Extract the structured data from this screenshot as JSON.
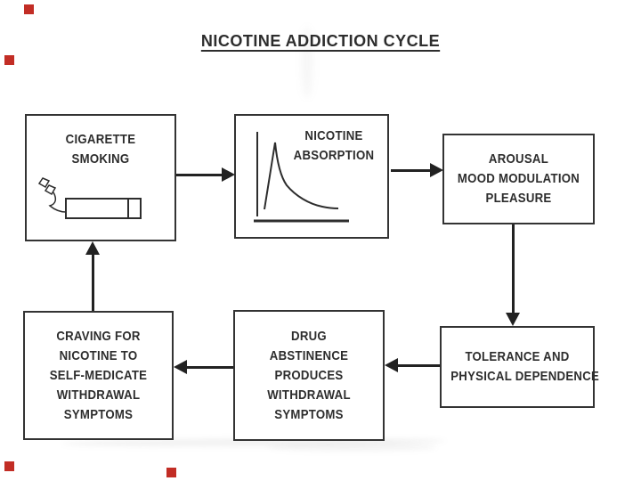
{
  "title": "NICOTINE ADDICTION CYCLE",
  "boxes": [
    {
      "id": "cigarette-smoking",
      "lines": [
        "CIGARETTE",
        "SMOKING"
      ]
    },
    {
      "id": "nicotine-absorption",
      "lines": [
        "NICOTINE",
        "ABSORPTION"
      ]
    },
    {
      "id": "arousal-mood-pleasure",
      "lines": [
        "AROUSAL",
        "MOOD MODULATION",
        "PLEASURE"
      ]
    },
    {
      "id": "tolerance-dependence",
      "lines": [
        "TOLERANCE AND",
        "PHYSICAL DEPENDENCE"
      ]
    },
    {
      "id": "abstinence-withdrawal",
      "lines": [
        "DRUG",
        "ABSTINENCE",
        "PRODUCES",
        "WITHDRAWAL",
        "SYMPTOMS"
      ]
    },
    {
      "id": "craving-self-medicate",
      "lines": [
        "CRAVING FOR",
        "NICOTINE TO",
        "SELF-MEDICATE",
        "WITHDRAWAL",
        "SYMPTOMS"
      ]
    }
  ],
  "connections": [
    {
      "from": "cigarette-smoking",
      "to": "nicotine-absorption",
      "direction": "right"
    },
    {
      "from": "nicotine-absorption",
      "to": "arousal-mood-pleasure",
      "direction": "right"
    },
    {
      "from": "arousal-mood-pleasure",
      "to": "tolerance-dependence",
      "direction": "down"
    },
    {
      "from": "tolerance-dependence",
      "to": "abstinence-withdrawal",
      "direction": "left"
    },
    {
      "from": "abstinence-withdrawal",
      "to": "craving-self-medicate",
      "direction": "left"
    },
    {
      "from": "craving-self-medicate",
      "to": "cigarette-smoking",
      "direction": "up"
    }
  ],
  "icons": [
    {
      "name": "cigarette-icon",
      "location": "cigarette-smoking"
    },
    {
      "name": "absorption-curve-icon",
      "location": "nicotine-absorption"
    }
  ],
  "colors": {
    "background": "#ffffff",
    "text": "#2d2d2d",
    "line": "#222222",
    "marker_red": "#c22d25"
  },
  "markers": {
    "count": 4
  }
}
